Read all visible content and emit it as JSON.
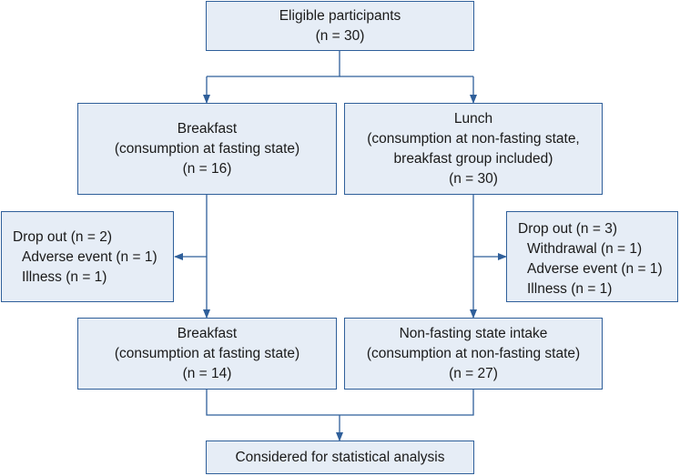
{
  "flowchart": {
    "eligible": {
      "line1": "Eligible participants",
      "line2": "(n = 30)"
    },
    "breakfast_initial": {
      "line1": "Breakfast",
      "line2": "(consumption at fasting state)",
      "line3": "(n = 16)"
    },
    "lunch": {
      "line1": "Lunch",
      "line2": "(consumption at non-fasting state,",
      "line3": "breakfast group included)",
      "line4": "(n = 30)"
    },
    "dropout_left": {
      "title": "Drop out (n = 2)",
      "items": [
        "Adverse event (n = 1)",
        "Illness (n = 1)"
      ]
    },
    "dropout_right": {
      "title": "Drop out (n = 3)",
      "items": [
        "Withdrawal (n = 1)",
        "Adverse event (n = 1)",
        "Illness (n = 1)"
      ]
    },
    "breakfast_final": {
      "line1": "Breakfast",
      "line2": "(consumption at fasting state)",
      "line3": "(n = 14)"
    },
    "nonfasting_final": {
      "line1": "Non-fasting state intake",
      "line2": "(consumption at non-fasting state)",
      "line3": "(n = 27)"
    },
    "analysis": {
      "line1": "Considered for statistical analysis"
    }
  },
  "colors": {
    "box_fill": "#e6edf6",
    "border": "#2f5f9a",
    "arrow": "#2f5f9a"
  }
}
